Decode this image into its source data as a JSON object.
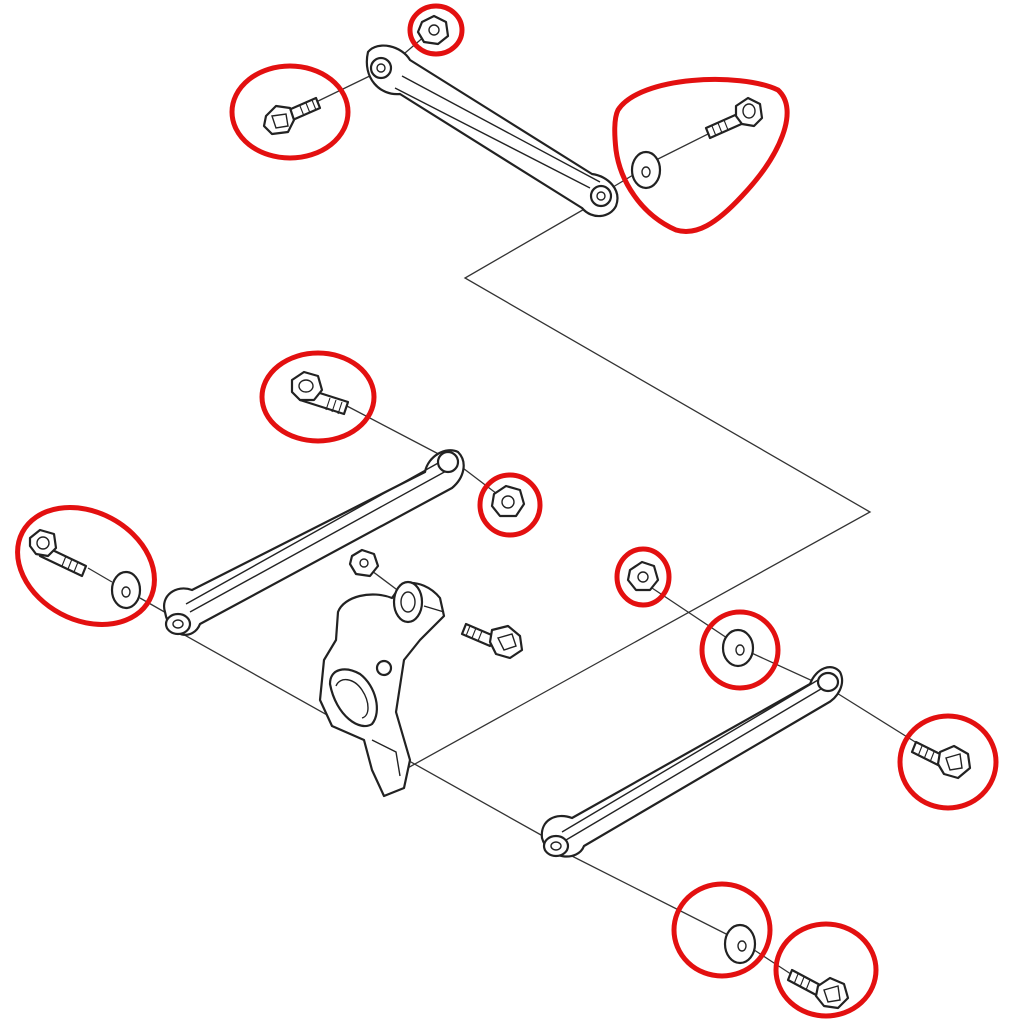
{
  "highlight_color": "#e31010",
  "parts": [
    {
      "name": "upper-control-arm",
      "icon": "control-arm-icon"
    },
    {
      "name": "front-lower-control-arm",
      "icon": "control-arm-icon"
    },
    {
      "name": "rear-lower-control-arm",
      "icon": "control-arm-icon"
    },
    {
      "name": "wheel-knuckle",
      "icon": "knuckle-icon"
    },
    {
      "name": "knuckle-bolt",
      "icon": "bolt-icon"
    },
    {
      "name": "knuckle-nut",
      "icon": "nut-icon"
    }
  ],
  "highlighted_hardware": [
    {
      "name": "nut",
      "icon": "nut-icon"
    },
    {
      "name": "bolt",
      "icon": "bolt-icon"
    },
    {
      "name": "eccentric-washer-and-bolt",
      "icon": "washer-icon"
    },
    {
      "name": "bolt",
      "icon": "bolt-icon"
    },
    {
      "name": "nut",
      "icon": "nut-icon"
    },
    {
      "name": "bolt-and-washer",
      "icon": "bolt-icon"
    },
    {
      "name": "nut",
      "icon": "nut-icon"
    },
    {
      "name": "washer",
      "icon": "washer-icon"
    },
    {
      "name": "bolt",
      "icon": "bolt-icon"
    },
    {
      "name": "washer",
      "icon": "washer-icon"
    },
    {
      "name": "bolt",
      "icon": "bolt-icon"
    }
  ]
}
